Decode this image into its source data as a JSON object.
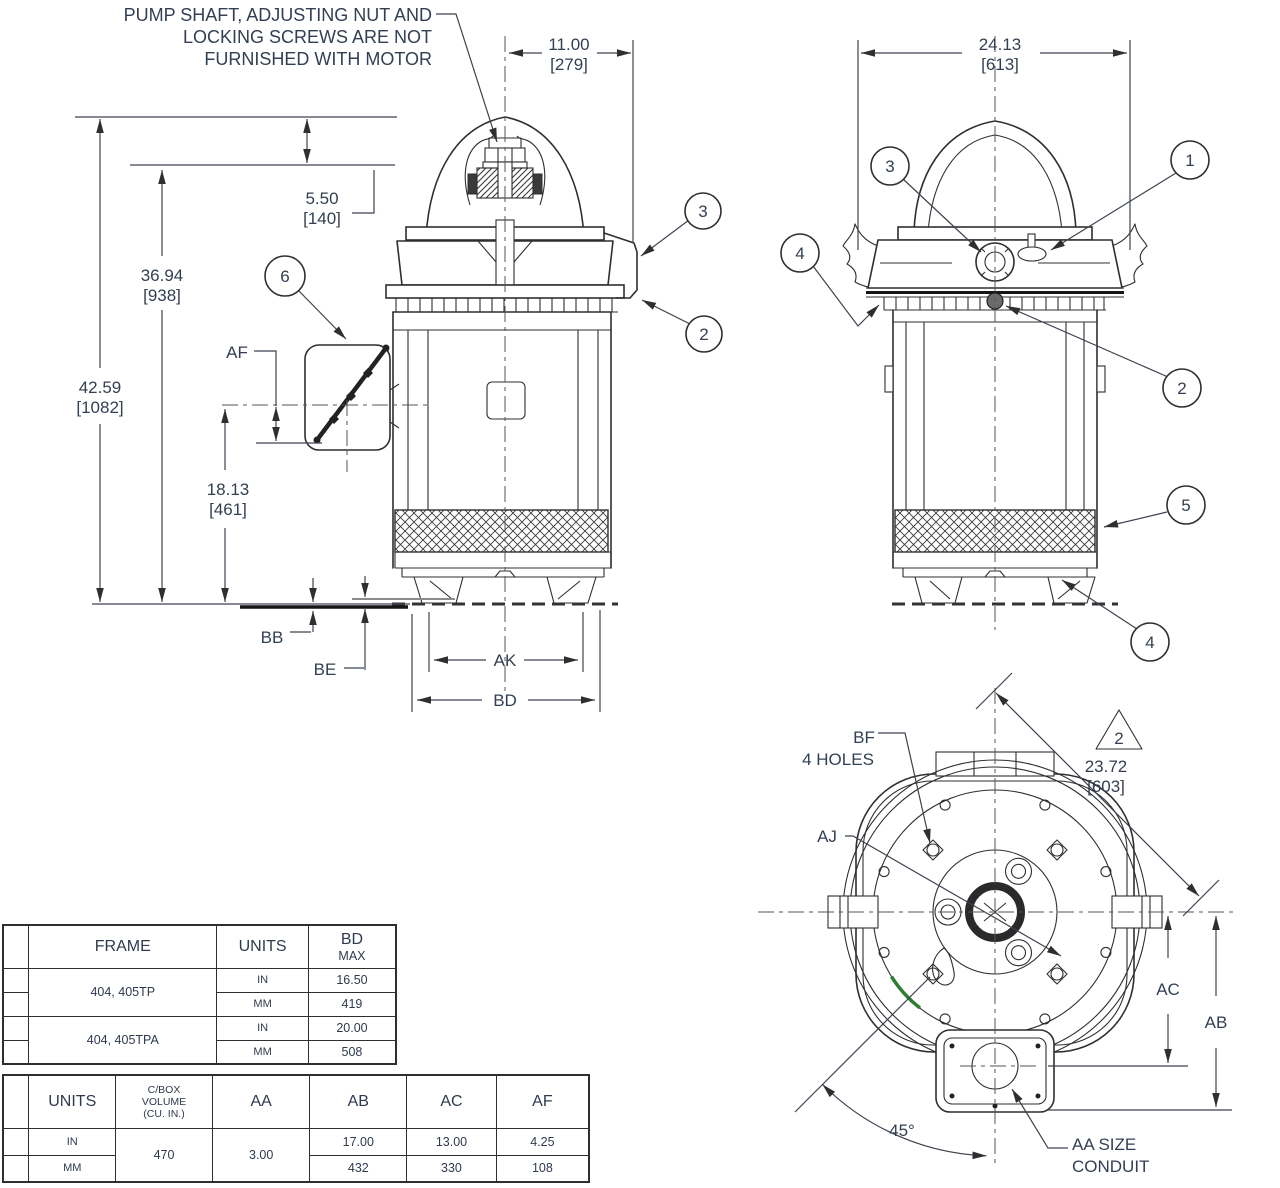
{
  "note": {
    "l1": "PUMP SHAFT, ADJUSTING NUT AND",
    "l2": "LOCKING SCREWS ARE NOT",
    "l3": "FURNISHED WITH MOTOR"
  },
  "front": {
    "w1100": "11.00",
    "w1100mm": "[279]",
    "w550": "5.50",
    "w550mm": "[140]",
    "w3694": "36.94",
    "w3694mm": "[938]",
    "w4259": "42.59",
    "w4259mm": "[1082]",
    "w1813": "18.13",
    "w1813mm": "[461]",
    "af": "AF",
    "bb": "BB",
    "be": "BE",
    "ak": "AK",
    "bd": "BD",
    "b3": "3",
    "b2": "2",
    "b6": "6"
  },
  "side": {
    "w2413": "24.13",
    "w2413mm": "[613]",
    "b3": "3",
    "b1": "1",
    "b4": "4",
    "b2": "2",
    "b5": "5",
    "b4b": "4"
  },
  "bottom": {
    "bf": "BF",
    "holes": "4 HOLES",
    "aj": "AJ",
    "tri": "2",
    "w2372": "23.72",
    "w2372mm": "[603]",
    "ac": "AC",
    "ab": "AB",
    "angle": "45°",
    "conduit1": "AA SIZE",
    "conduit2": "CONDUIT"
  },
  "frame_table": {
    "col_frame": "FRAME",
    "col_units": "UNITS",
    "col_bd1": "BD",
    "col_bd2": "MAX",
    "frame1": "404, 405TP",
    "frame2": "404, 405TPA",
    "f1_in_label": "IN",
    "f1_in_val": "16.50",
    "f1_mm_label": "MM",
    "f1_mm_val": "419",
    "f2_in_label": "IN",
    "f2_in_val": "20.00",
    "f2_mm_label": "MM",
    "f2_mm_val": "508"
  },
  "cbox_table": {
    "col_units": "UNITS",
    "col_cbox1": "C/BOX",
    "col_cbox2": "VOLUME",
    "col_cbox3": "(CU. IN.)",
    "col_aa": "AA",
    "col_ab": "AB",
    "col_ac": "AC",
    "col_af": "AF",
    "row_in": "IN",
    "row_mm": "MM",
    "cbox_val": "470",
    "aa_val": "3.00",
    "ab_in": "17.00",
    "ac_in": "13.00",
    "af_in": "4.25",
    "ab_mm": "432",
    "ac_mm": "330",
    "af_mm": "108"
  },
  "colors": {
    "line": "#2f2f2f",
    "text": "#333f52",
    "green_mark": "#2e7d32"
  }
}
